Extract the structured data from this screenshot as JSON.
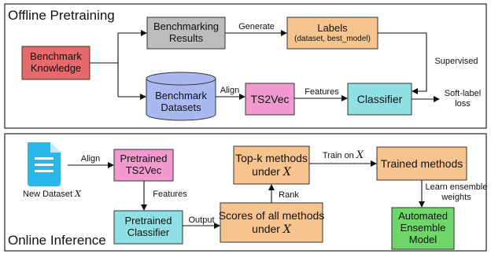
{
  "sections": {
    "top_title": "Offline Pretraining",
    "bottom_title": "Online Inference"
  },
  "nodes": {
    "benchmark_knowledge": {
      "line1": "Benchmark",
      "line2": "Knowledge",
      "color": "#e8696b"
    },
    "benchmarking_results": {
      "line1": "Benchmarking",
      "line2": "Results",
      "color": "#bdbdbd"
    },
    "labels": {
      "line1": "Labels",
      "line2": "(dataset, best_model)",
      "color": "#f7c38e"
    },
    "benchmark_datasets": {
      "line1": "Benchmark",
      "line2": "Datasets",
      "color": "#a9b8f0"
    },
    "ts2vec": {
      "line1": "TS2Vec",
      "color": "#f29ad0"
    },
    "classifier": {
      "line1": "Classifier",
      "color": "#8fe0e4"
    },
    "new_dataset": {
      "text": "New Dataset",
      "var": "X",
      "icon_color": "#29b6e8"
    },
    "pretrained_ts2vec": {
      "line1": "Pretrained",
      "line2": "TS2Vec",
      "color": "#f29ad0"
    },
    "pretrained_classifier": {
      "line1": "Pretrained",
      "line2": "Classifier",
      "color": "#8fe0e4"
    },
    "topk": {
      "line1": "Top-k methods",
      "line2": "under",
      "var": "X",
      "color": "#f7c38e"
    },
    "scores": {
      "line1": "Scores of all methods",
      "line2": "under",
      "var": "X",
      "color": "#f7c38e"
    },
    "trained_methods": {
      "line1": "Trained methods",
      "color": "#f7c38e"
    },
    "ensemble": {
      "line1": "Automated",
      "line2": "Ensemble",
      "line3": "Model",
      "color": "#6fd66a"
    }
  },
  "edges": {
    "generate": "Generate",
    "supervised": "Supervised",
    "align_top": "Align",
    "features_top": "Features",
    "soft_label_1": "Soft-label",
    "soft_label_2": "loss",
    "align_bottom": "Align",
    "features_bottom": "Features",
    "output": "Output",
    "rank": "Rank",
    "train_on": "Train on",
    "train_on_var": "X",
    "learn_1": "Learn ensemble",
    "learn_2": "weights"
  }
}
